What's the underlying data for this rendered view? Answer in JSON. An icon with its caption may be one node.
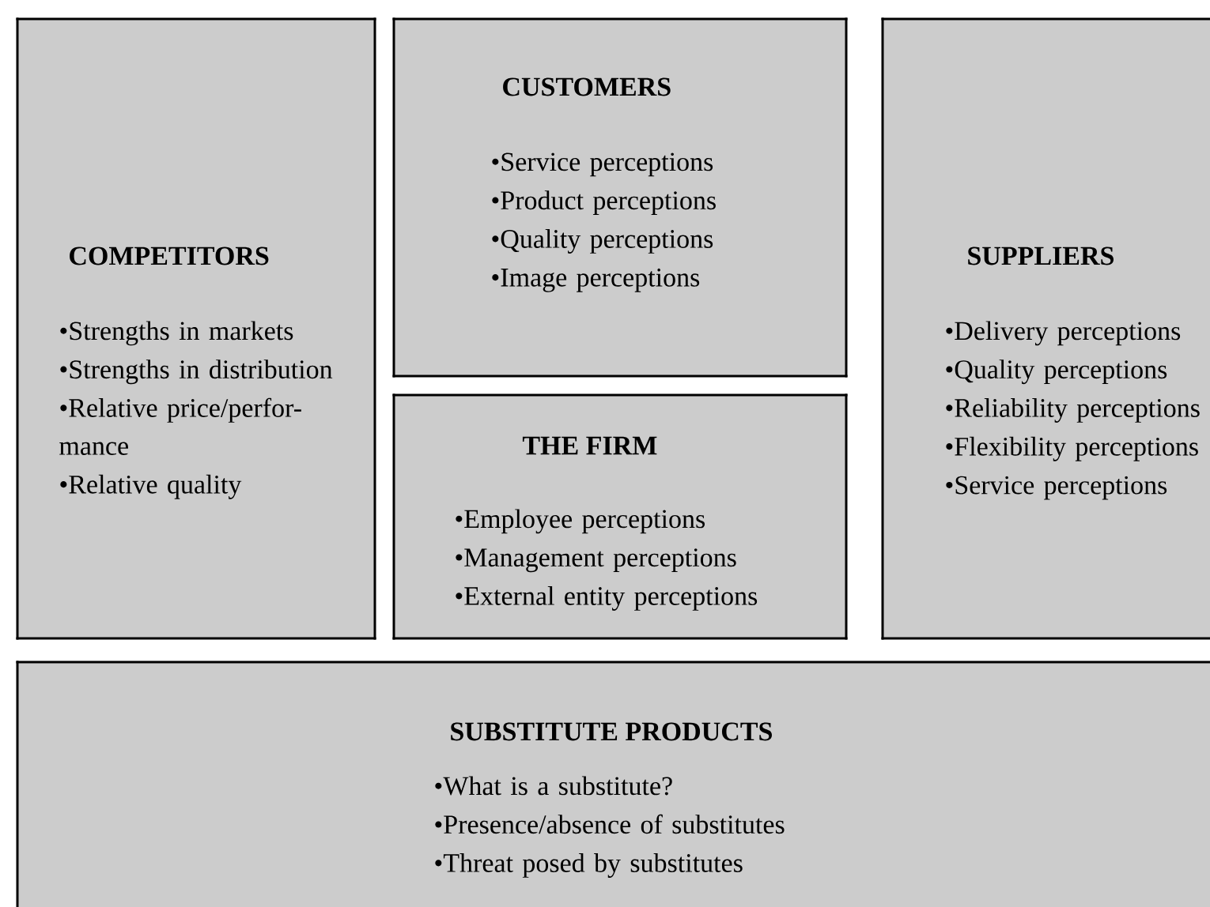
{
  "diagram": {
    "nodes": [
      {
        "text": [
          "COMPETITORS",
          "•Strengths in markets",
          "•Strengths in distribution",
          "•Relative price/perfor- mance",
          "•Relative quality"
        ]
      },
      {
        "text": [
          "CUSTOMERS",
          "•Service perceptions",
          "•Product perceptions",
          "•Quality perceptions",
          "•Image perceptions"
        ]
      },
      {
        "text": [
          "THE FIRM",
          "•Employee perceptions",
          "•Management perceptions",
          "•External entity perceptions"
        ]
      },
      {
        "text": [
          "SUPPLIERS",
          "•Delivery perceptions",
          "•Quality perceptions",
          "•Reliability perceptions",
          "•Flexibility perceptions",
          "•Service perceptions"
        ]
      },
      {
        "text": [
          "SUBSTITUTE PRODUCTS",
          "•What is a substitute?",
          "•Presence/absence of substitutes",
          "•Threat posed by substitutes"
        ]
      }
    ],
    "edges": []
  }
}
